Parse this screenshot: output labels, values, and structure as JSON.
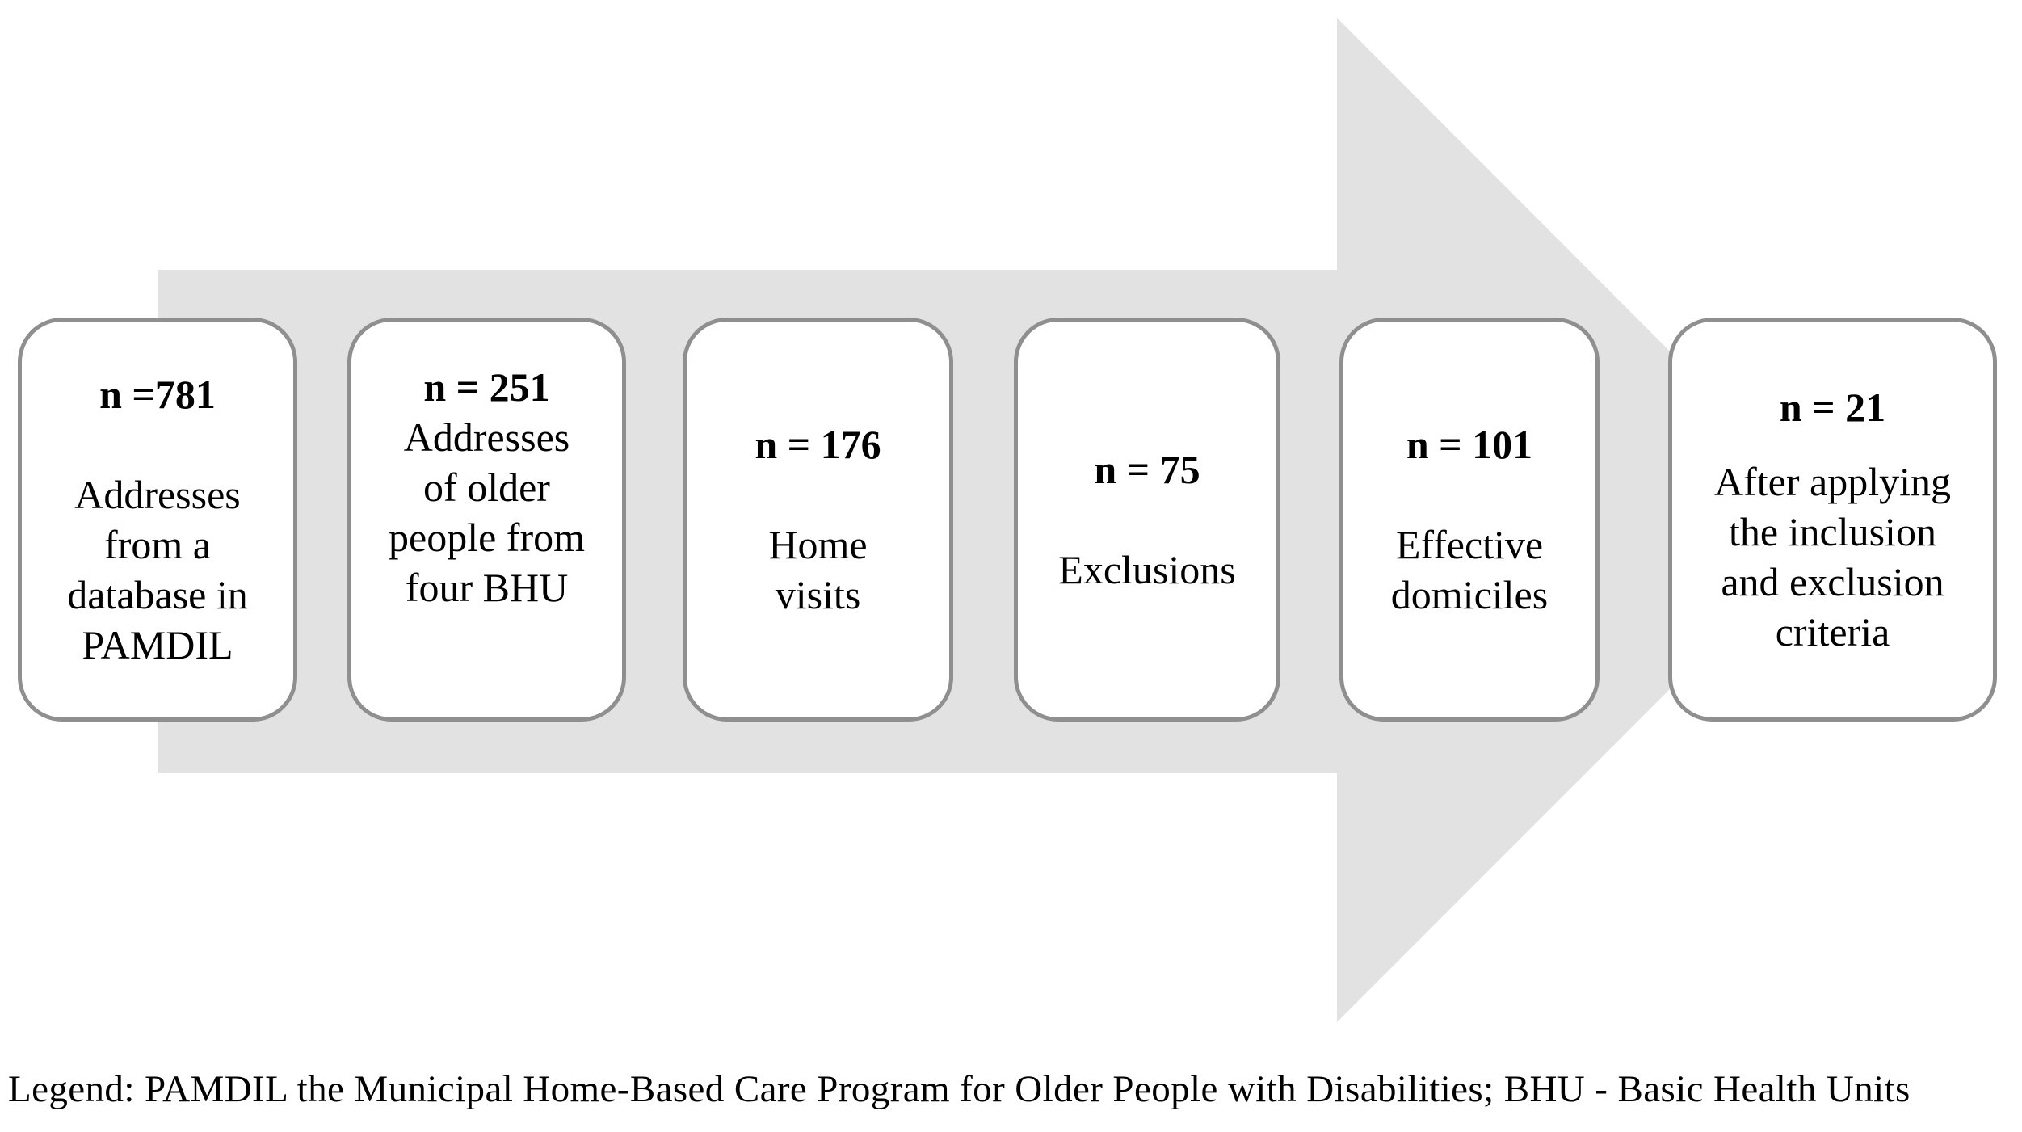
{
  "figure": {
    "arrow_color": "#e2e2e2",
    "box_border_color": "#8f8f8f",
    "box_fill_color": "#ffffff",
    "text_color": "#000000",
    "steps": [
      {
        "n_label": "n =781",
        "description": "Addresses\nfrom a\ndatabase in\nPAMDIL"
      },
      {
        "n_label": "n = 251",
        "description": "Addresses\nof older\npeople from\nfour BHU"
      },
      {
        "n_label": "n = 176",
        "description": "Home\nvisits"
      },
      {
        "n_label": "n = 75",
        "description": "Exclusions"
      },
      {
        "n_label": "n = 101",
        "description": "Effective\ndomiciles"
      },
      {
        "n_label": "n = 21",
        "description": "After applying\nthe inclusion\nand exclusion\ncriteria"
      }
    ],
    "legend": "Legend: PAMDIL the Municipal Home-Based Care Program for Older People with Disabilities; BHU - Basic Health Units"
  }
}
